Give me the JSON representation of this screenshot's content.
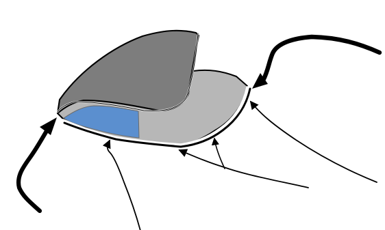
{
  "colors": {
    "background": "#ffffff",
    "dark_region": "#7d7d7d",
    "light_region": "#b7b7b7",
    "blue_region": "#5b8fcf",
    "outline": "#000000"
  },
  "shapes": [
    "dark-gray-upper-region",
    "light-gray-lower-region",
    "blue-front-region",
    "white-edge-layer"
  ],
  "arrows": {
    "thick": [
      "thick-left-arrow",
      "thick-right-arrow"
    ],
    "thin": [
      "thin-bottom-arrow",
      "thin-lower-right-arrow",
      "thin-far-right-arrow"
    ]
  }
}
